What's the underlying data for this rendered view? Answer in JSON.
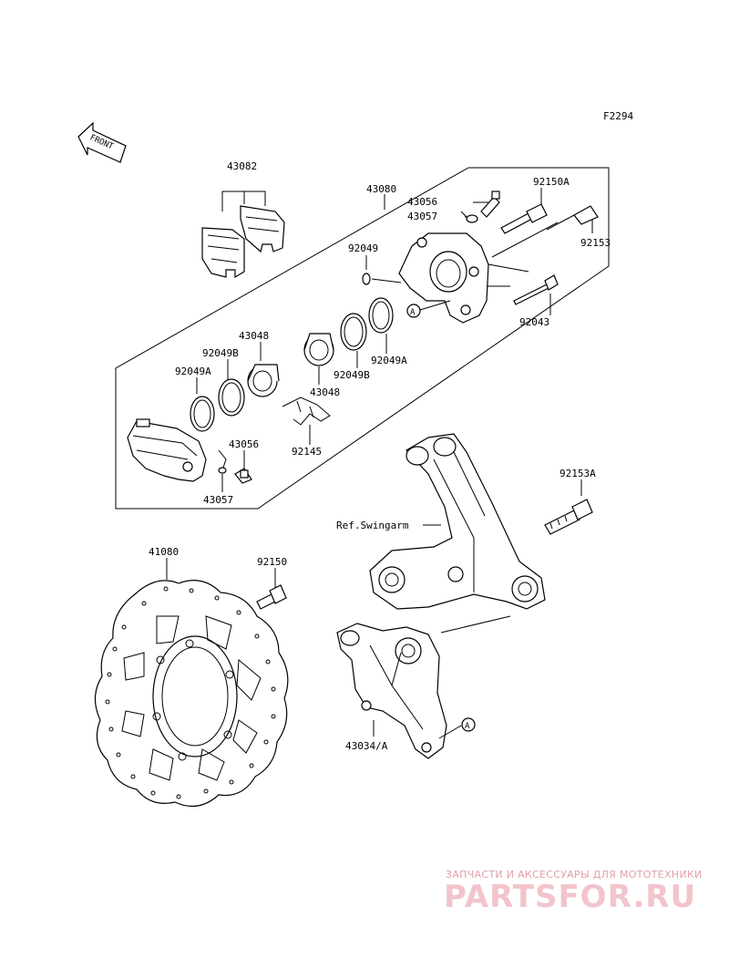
{
  "figure_code": "F2294",
  "front_arrow_label": "FRONT",
  "reference_marker": "A",
  "parts": {
    "p43082": "43082",
    "p43080": "43080",
    "p43056_top": "43056",
    "p43057_top": "43057",
    "p92150A": "92150A",
    "p92153": "92153",
    "p92049": "92049",
    "p92043": "92043",
    "p43048_a": "43048",
    "p92049B_a": "92049B",
    "p92049A_a": "92049A",
    "p92049B_b": "92049B",
    "p92049A_b": "92049A",
    "p43048_b": "43048",
    "p92145": "92145",
    "p43056_bot": "43056",
    "p43057_bot": "43057",
    "p92153A": "92153A",
    "ref_swingarm": "Ref.Swingarm",
    "p41080": "41080",
    "p92150": "92150",
    "p43034A": "43034/A"
  },
  "watermark": {
    "tagline": "ЗАПЧАСТИ И АКСЕССУАРЫ ДЛЯ МОТОТЕХНИКИ",
    "brand": "PARTSFOR.RU"
  }
}
